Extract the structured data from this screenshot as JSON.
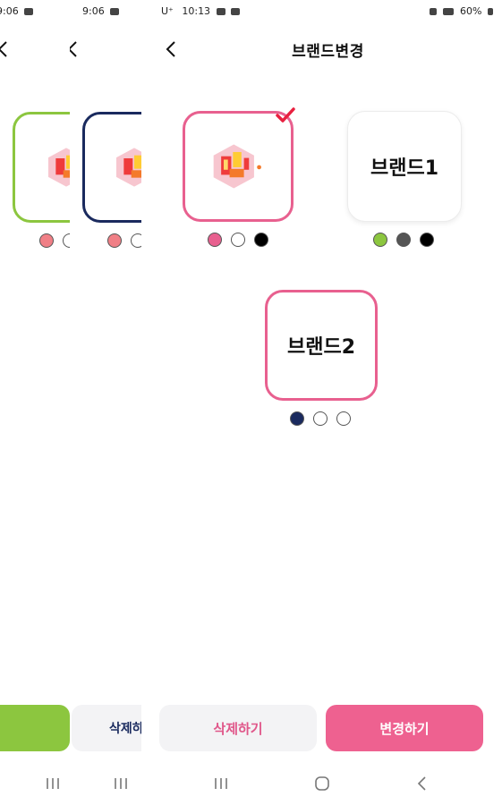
{
  "screens": {
    "s1": {
      "status_time": "9:06",
      "card_border": "#8cc63f",
      "dots": [
        "#f07f86",
        "#ffffff"
      ]
    },
    "s2": {
      "status_time": "9:06",
      "card_border": "#1a2a5e",
      "dots": [
        "#f07f86",
        "#ffffff"
      ],
      "delete_label": "삭제하"
    },
    "main": {
      "status": {
        "carrier": "U⁺",
        "time": "10:13",
        "battery": "60%"
      },
      "title": "브랜드변경",
      "brands": [
        {
          "name": "",
          "has_logo": true,
          "selected": true,
          "border": "#e8608f",
          "colors": [
            "#e8608f",
            "#ffffff",
            "#000000"
          ]
        },
        {
          "name": "브랜드1",
          "has_logo": false,
          "selected": false,
          "border": "#ececec",
          "colors": [
            "#8cc63f",
            "#555555",
            "#000000"
          ]
        },
        {
          "name": "브랜드2",
          "has_logo": false,
          "selected": false,
          "border": "#e8608f",
          "colors": [
            "#1a2a5e",
            "#ffffff",
            "#ffffff"
          ]
        }
      ],
      "buttons": {
        "delete": "삭제하기",
        "change": "변경하기"
      }
    }
  },
  "icons": {
    "back": "chevron-left-icon",
    "check": "checkmark-icon",
    "recents": "recents-icon",
    "home": "home-icon",
    "nav_back": "nav-back-icon"
  },
  "colors": {
    "accent": "#ee6190",
    "delete_bg": "#f3f3f5",
    "green": "#8cc63f",
    "navy": "#1a2a5e"
  }
}
